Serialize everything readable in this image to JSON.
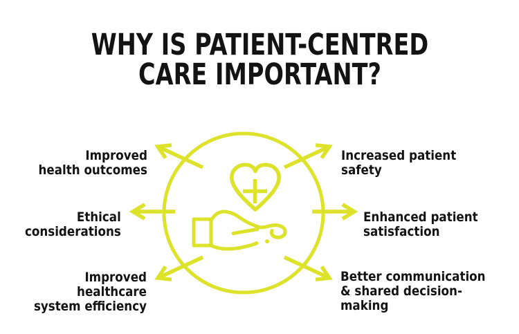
{
  "title": "WHY IS PATIENT-CENTRED\nCARE IMPORTANT?",
  "colors": {
    "accent": "#dde22b",
    "text": "#131313",
    "background": "#ffffff"
  },
  "center_graphic": {
    "icon": "hand-offering-heart-plus-icon",
    "description": "outlined circle containing a heart with a medical cross held above an open giving hand, with six arrows radiating outward"
  },
  "labels": [
    {
      "id": "improved-health-outcomes",
      "position": "top-left",
      "text": "Improved\nhealth outcomes"
    },
    {
      "id": "ethical-considerations",
      "position": "middle-left",
      "text": "Ethical\nconsiderations"
    },
    {
      "id": "improved-healthcare-system-efficiency",
      "position": "bottom-left",
      "text": "Improved healthcare\nsystem efficiency"
    },
    {
      "id": "increased-patient-safety",
      "position": "top-right",
      "text": "Increased patient\nsafety"
    },
    {
      "id": "enhanced-patient-satisfaction",
      "position": "middle-right",
      "text": "Enhanced patient\nsatisfaction"
    },
    {
      "id": "better-communication-shared-decision-making",
      "position": "bottom-right",
      "text": "Better communication\n& shared decision-making"
    }
  ]
}
